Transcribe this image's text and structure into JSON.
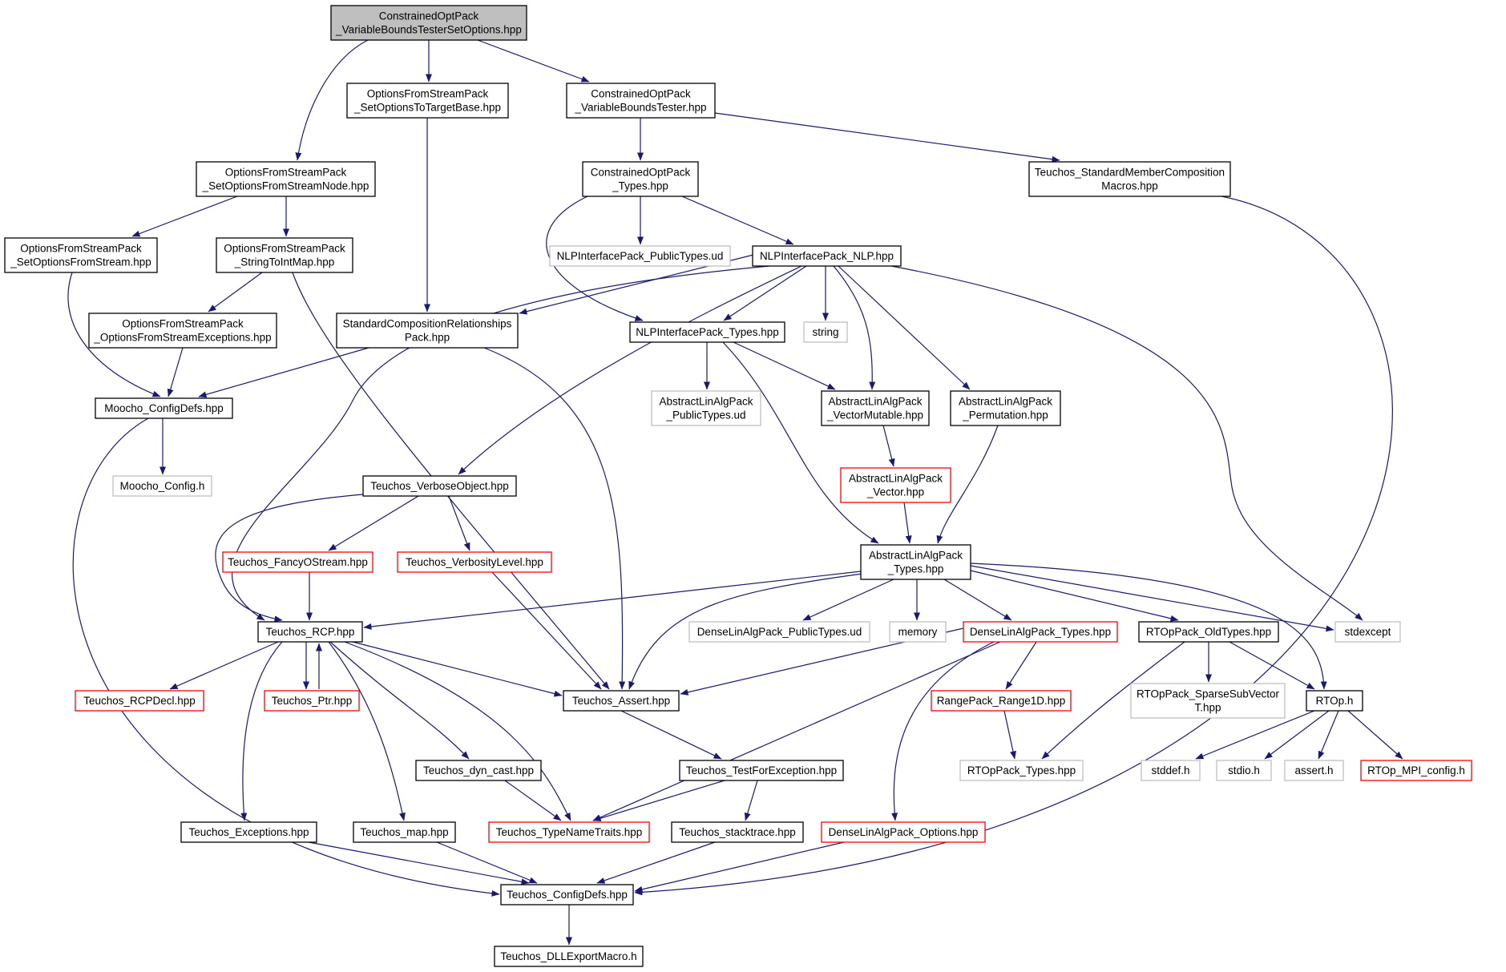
{
  "colors": {
    "edge": "#191970",
    "node_border": "#000000",
    "external_border": "#bfbfbf",
    "incomplete_border": "#ff0000",
    "root_fill": "#bfbfbf",
    "fill": "#ffffff",
    "text": "#000000"
  },
  "nodes": [
    {
      "id": "root",
      "lines": [
        "ConstrainedOptPack",
        "_VariableBoundsTesterSetOptions.hpp"
      ],
      "kind": "root"
    },
    {
      "id": "ofs_node",
      "lines": [
        "OptionsFromStreamPack",
        "_SetOptionsFromStreamNode.hpp"
      ],
      "kind": "normal"
    },
    {
      "id": "ofs_target",
      "lines": [
        "OptionsFromStreamPack",
        "_SetOptionsToTargetBase.hpp"
      ],
      "kind": "normal"
    },
    {
      "id": "cop_vbt",
      "lines": [
        "ConstrainedOptPack",
        "_VariableBoundsTester.hpp"
      ],
      "kind": "normal"
    },
    {
      "id": "ofs_stream",
      "lines": [
        "OptionsFromStreamPack",
        "_SetOptionsFromStream.hpp"
      ],
      "kind": "normal"
    },
    {
      "id": "ofs_s2i",
      "lines": [
        "OptionsFromStreamPack",
        "_StringToIntMap.hpp"
      ],
      "kind": "normal"
    },
    {
      "id": "cop_types",
      "lines": [
        "ConstrainedOptPack",
        "_Types.hpp"
      ],
      "kind": "normal"
    },
    {
      "id": "t_smc",
      "lines": [
        "Teuchos_StandardMemberComposition",
        "Macros.hpp"
      ],
      "kind": "normal"
    },
    {
      "id": "nlp_pub",
      "lines": [
        "NLPInterfacePack_PublicTypes.ud"
      ],
      "kind": "external"
    },
    {
      "id": "nlp_nlp",
      "lines": [
        "NLPInterfacePack_NLP.hpp"
      ],
      "kind": "normal"
    },
    {
      "id": "ofs_exc",
      "lines": [
        "OptionsFromStreamPack",
        "_OptionsFromStreamExceptions.hpp"
      ],
      "kind": "normal"
    },
    {
      "id": "scr",
      "lines": [
        "StandardCompositionRelationships",
        "Pack.hpp"
      ],
      "kind": "normal"
    },
    {
      "id": "nlp_types",
      "lines": [
        "NLPInterfacePack_Types.hpp"
      ],
      "kind": "normal"
    },
    {
      "id": "string",
      "lines": [
        "string"
      ],
      "kind": "external"
    },
    {
      "id": "moocho_cd",
      "lines": [
        "Moocho_ConfigDefs.hpp"
      ],
      "kind": "normal"
    },
    {
      "id": "ala_pub",
      "lines": [
        "AbstractLinAlgPack",
        "_PublicTypes.ud"
      ],
      "kind": "external"
    },
    {
      "id": "ala_vm",
      "lines": [
        "AbstractLinAlgPack",
        "_VectorMutable.hpp"
      ],
      "kind": "normal"
    },
    {
      "id": "ala_perm",
      "lines": [
        "AbstractLinAlgPack",
        "_Permutation.hpp"
      ],
      "kind": "normal"
    },
    {
      "id": "moocho_cfg",
      "lines": [
        "Moocho_Config.h"
      ],
      "kind": "external"
    },
    {
      "id": "ala_vec",
      "lines": [
        "AbstractLinAlgPack",
        "_Vector.hpp"
      ],
      "kind": "incomplete"
    },
    {
      "id": "t_vo",
      "lines": [
        "Teuchos_VerboseObject.hpp"
      ],
      "kind": "normal"
    },
    {
      "id": "ala_types",
      "lines": [
        "AbstractLinAlgPack",
        "_Types.hpp"
      ],
      "kind": "normal"
    },
    {
      "id": "t_fos",
      "lines": [
        "Teuchos_FancyOStream.hpp"
      ],
      "kind": "incomplete"
    },
    {
      "id": "t_vl",
      "lines": [
        "Teuchos_VerbosityLevel.hpp"
      ],
      "kind": "incomplete"
    },
    {
      "id": "t_rcp",
      "lines": [
        "Teuchos_RCP.hpp"
      ],
      "kind": "normal"
    },
    {
      "id": "dla_pub",
      "lines": [
        "DenseLinAlgPack_PublicTypes.ud"
      ],
      "kind": "external"
    },
    {
      "id": "memory",
      "lines": [
        "memory"
      ],
      "kind": "external"
    },
    {
      "id": "dla_types",
      "lines": [
        "DenseLinAlgPack_Types.hpp"
      ],
      "kind": "incomplete"
    },
    {
      "id": "rtop_old",
      "lines": [
        "RTOpPack_OldTypes.hpp"
      ],
      "kind": "normal"
    },
    {
      "id": "stdexcept",
      "lines": [
        "stdexcept"
      ],
      "kind": "external"
    },
    {
      "id": "t_rcpdecl",
      "lines": [
        "Teuchos_RCPDecl.hpp"
      ],
      "kind": "incomplete"
    },
    {
      "id": "t_ptr",
      "lines": [
        "Teuchos_Ptr.hpp"
      ],
      "kind": "incomplete"
    },
    {
      "id": "t_assert",
      "lines": [
        "Teuchos_Assert.hpp"
      ],
      "kind": "normal"
    },
    {
      "id": "rp_r1d",
      "lines": [
        "RangePack_Range1D.hpp"
      ],
      "kind": "incomplete"
    },
    {
      "id": "rtop_ssv",
      "lines": [
        "RTOpPack_SparseSubVector",
        "T.hpp"
      ],
      "kind": "external"
    },
    {
      "id": "rtop_h",
      "lines": [
        "RTOp.h"
      ],
      "kind": "normal"
    },
    {
      "id": "t_dyn",
      "lines": [
        "Teuchos_dyn_cast.hpp"
      ],
      "kind": "normal"
    },
    {
      "id": "t_tfe",
      "lines": [
        "Teuchos_TestForException.hpp"
      ],
      "kind": "normal"
    },
    {
      "id": "rtop_types",
      "lines": [
        "RTOpPack_Types.hpp"
      ],
      "kind": "external"
    },
    {
      "id": "stddef",
      "lines": [
        "stddef.h"
      ],
      "kind": "external"
    },
    {
      "id": "stdio",
      "lines": [
        "stdio.h"
      ],
      "kind": "external"
    },
    {
      "id": "assert",
      "lines": [
        "assert.h"
      ],
      "kind": "external"
    },
    {
      "id": "rtop_mpi",
      "lines": [
        "RTOp_MPI_config.h"
      ],
      "kind": "incomplete"
    },
    {
      "id": "t_exc",
      "lines": [
        "Teuchos_Exceptions.hpp"
      ],
      "kind": "normal"
    },
    {
      "id": "t_map",
      "lines": [
        "Teuchos_map.hpp"
      ],
      "kind": "normal"
    },
    {
      "id": "t_tnt",
      "lines": [
        "Teuchos_TypeNameTraits.hpp"
      ],
      "kind": "incomplete"
    },
    {
      "id": "t_st",
      "lines": [
        "Teuchos_stacktrace.hpp"
      ],
      "kind": "normal"
    },
    {
      "id": "dla_opt",
      "lines": [
        "DenseLinAlgPack_Options.hpp"
      ],
      "kind": "incomplete"
    },
    {
      "id": "t_cd",
      "lines": [
        "Teuchos_ConfigDefs.hpp"
      ],
      "kind": "normal"
    },
    {
      "id": "t_dll",
      "lines": [
        "Teuchos_DLLExportMacro.h"
      ],
      "kind": "normal"
    }
  ]
}
